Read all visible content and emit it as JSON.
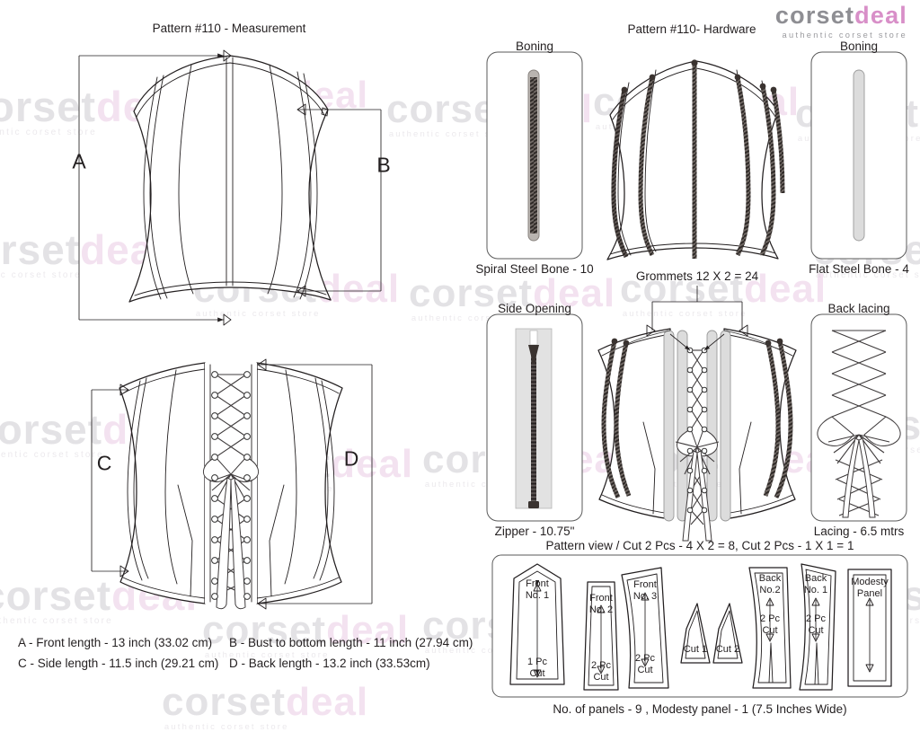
{
  "logo": {
    "brand_gray": "corset",
    "brand_pink": "deal",
    "tagline": "authentic corset store",
    "color_gray": "#8e8e93",
    "color_pink": "#d88fc8"
  },
  "watermark": {
    "brand_gray": "corset",
    "brand_pink": "deal",
    "tagline": "authentic corset store"
  },
  "headings": {
    "left": "Pattern #110 -  Measurement",
    "right": "Pattern #110-  Hardware"
  },
  "dimension_letters": {
    "a": "A",
    "b": "B",
    "c": "C",
    "d": "D"
  },
  "measurements": [
    {
      "label": "A - Front length - 13 inch (33.02 cm)"
    },
    {
      "label": "B - Bust to bottom length - 11 inch (27.94 cm)"
    },
    {
      "label": "C - Side length - 11.5 inch (29.21 cm)"
    },
    {
      "label": "D - Back length - 13.2 inch (33.53cm)"
    }
  ],
  "hardware": {
    "boning_left_title": "Boning",
    "boning_left_caption": "Spiral Steel Bone - 10",
    "boning_right_title": "Boning",
    "boning_right_caption": "Flat Steel Bone - 4",
    "grommets_caption": "Grommets 12 X 2 = 24",
    "zipper_title": "Side Opening",
    "zipper_caption": "Zipper - 10.75ʺ",
    "lacing_title": "Back lacing",
    "lacing_caption": "Lacing - 6.5 mtrs"
  },
  "pattern_view": {
    "caption": "Pattern view  /  Cut 2 Pcs - 4 X 2 = 8, Cut 2 Pcs - 1 X 1 = 1",
    "footer": "No. of panels - 9  , Modesty panel - 1 (7.5 Inches Wide)",
    "pieces": [
      {
        "name_line1": "Front",
        "name_line2": "No. 1",
        "cut_line1": "1 Pc",
        "cut_line2": "Cut"
      },
      {
        "name_line1": "Front",
        "name_line2": "No. 2",
        "cut_line1": "2 Pc",
        "cut_line2": "Cut"
      },
      {
        "name_line1": "Front",
        "name_line2": "No. 3",
        "cut_line1": "2 Pc",
        "cut_line2": "Cut"
      },
      {
        "name_line1": "Cut 1",
        "name_line2": "",
        "cut_line1": "",
        "cut_line2": ""
      },
      {
        "name_line1": "Cut 2",
        "name_line2": "",
        "cut_line1": "",
        "cut_line2": ""
      },
      {
        "name_line1": "Back",
        "name_line2": "No.2",
        "cut_line1": "2 Pc",
        "cut_line2": "Cut"
      },
      {
        "name_line1": "Back",
        "name_line2": "No. 1",
        "cut_line1": "2 Pc",
        "cut_line2": "Cut"
      },
      {
        "name_line1": "Modesty",
        "name_line2": "Panel",
        "cut_line1": "",
        "cut_line2": ""
      }
    ]
  }
}
